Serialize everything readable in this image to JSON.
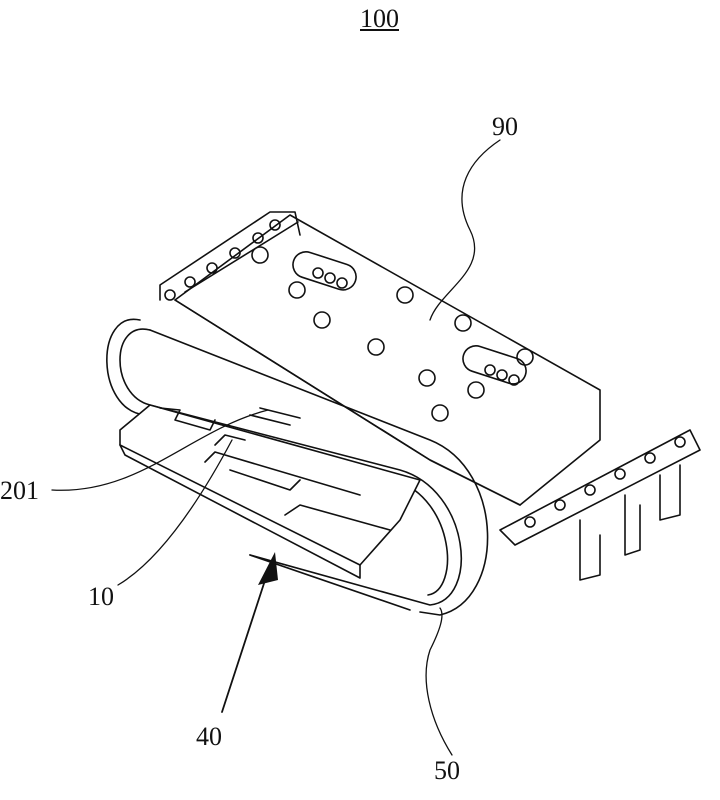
{
  "figure": {
    "number": "100",
    "labels": {
      "shell": "90",
      "contact": "201",
      "tongue": "10",
      "opening": "40",
      "outer_ring": "50"
    }
  }
}
